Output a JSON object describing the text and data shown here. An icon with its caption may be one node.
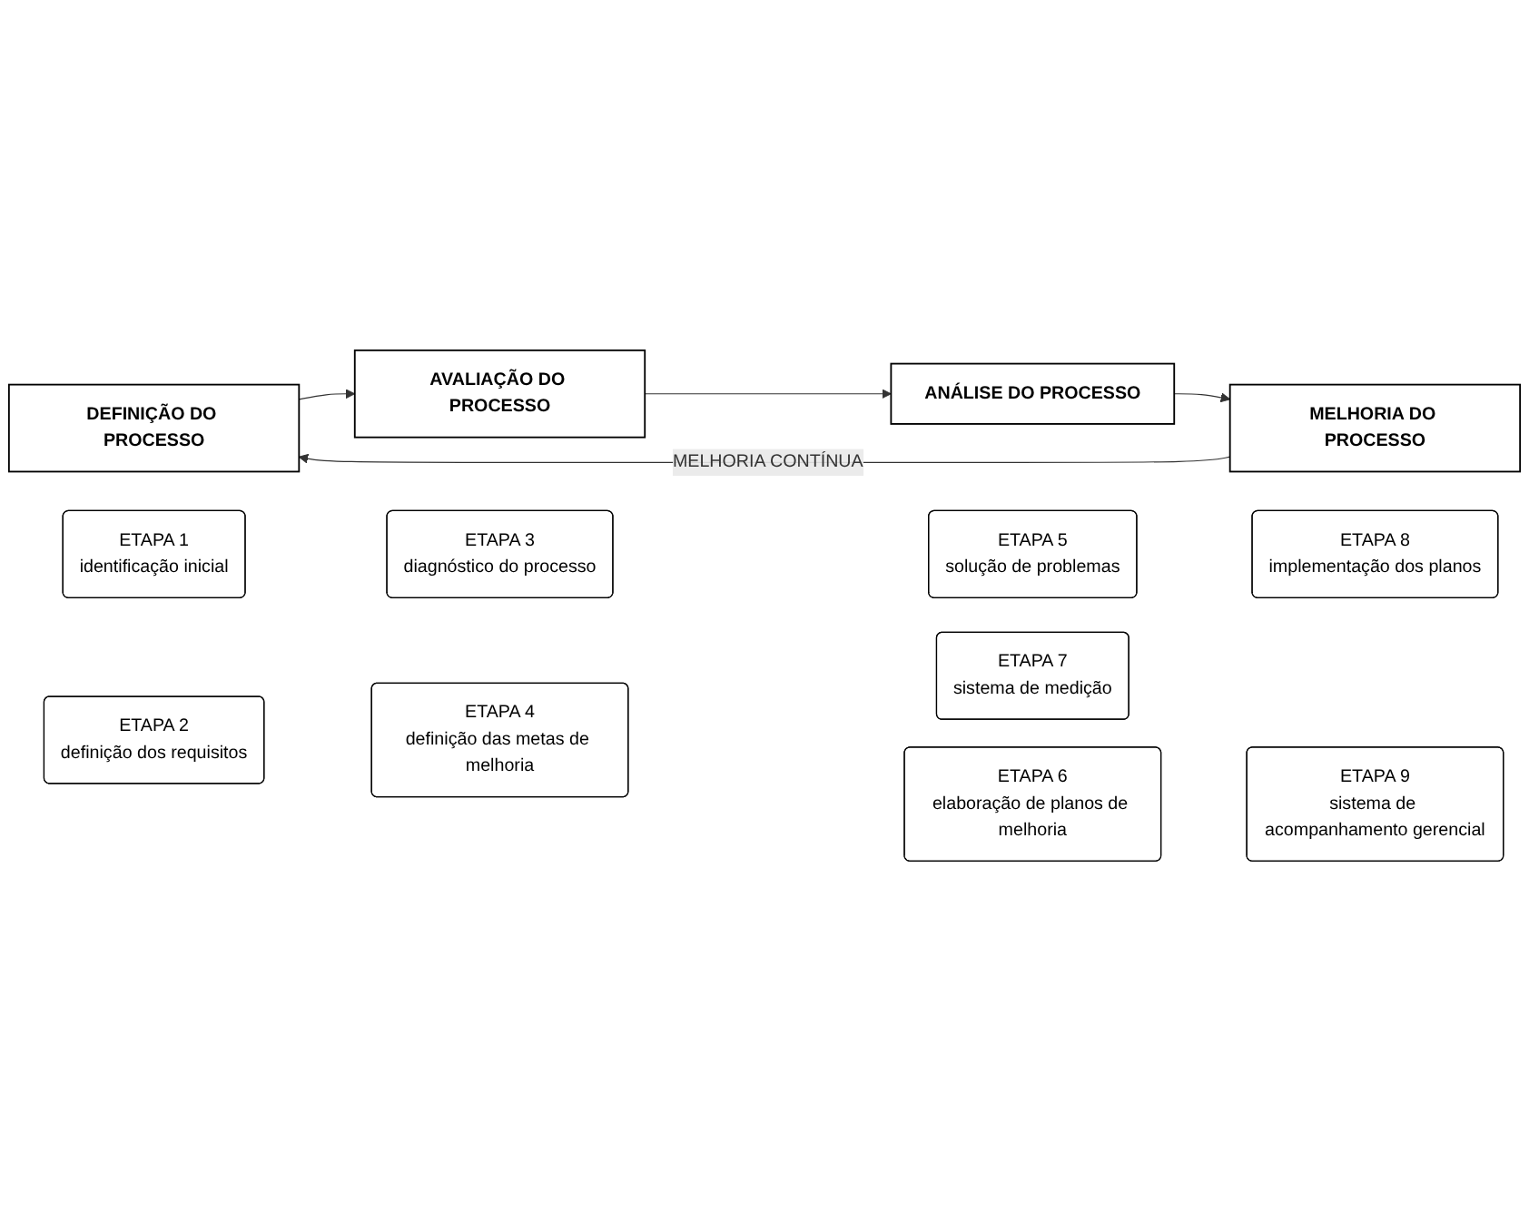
{
  "diagram": {
    "nodes": [
      {
        "text": [
          "DEFINIÇÃO DO PROCESSO"
        ]
      },
      {
        "text": [
          "AVALIAÇÃO DO PROCESSO"
        ]
      },
      {
        "text": [
          "ANÁLISE DO PROCESSO"
        ]
      },
      {
        "text": [
          "MELHORIA DO PROCESSO"
        ]
      },
      {
        "text": [
          "ETAPA 1",
          "identificação inicial"
        ]
      },
      {
        "text": [
          "ETAPA 2",
          "definição dos requisitos"
        ]
      },
      {
        "text": [
          "ETAPA 3",
          "diagnóstico do processo"
        ]
      },
      {
        "text": [
          "ETAPA 4",
          "definição das metas de melhoria"
        ]
      },
      {
        "text": [
          "ETAPA 5",
          "solução de problemas"
        ]
      },
      {
        "text": [
          "ETAPA 6",
          "elaboração de planos de melhoria"
        ]
      },
      {
        "text": [
          "ETAPA 7",
          "sistema de medição"
        ]
      },
      {
        "text": [
          "ETAPA 8",
          "implementação dos planos"
        ]
      },
      {
        "text": [
          "ETAPA 9",
          "sistema de acompanhamento gerencial"
        ]
      }
    ],
    "edges": [
      {
        "from": 0,
        "to": 1,
        "arrow": "to"
      },
      {
        "from": 1,
        "to": 2,
        "arrow": "to"
      },
      {
        "from": 2,
        "to": 3,
        "arrow": "to"
      },
      {
        "from": 3,
        "to": 0,
        "arrow": "to",
        "label": "MELHORIA CONTÍNUA"
      }
    ]
  }
}
